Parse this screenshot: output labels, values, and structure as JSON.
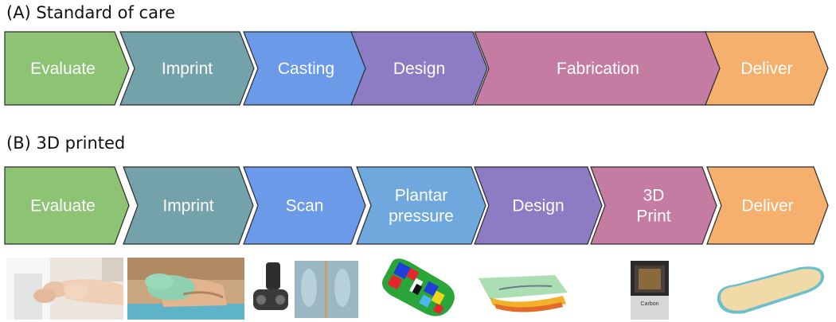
{
  "section_a": {
    "title": "(A) Standard of care",
    "steps": [
      {
        "label": "Evaluate",
        "color": "#8dc474"
      },
      {
        "label": "Imprint",
        "color": "#73a2ab"
      },
      {
        "label": "Casting",
        "color": "#6a9ae8"
      },
      {
        "label": "Design",
        "color": "#8c7cc4"
      },
      {
        "label": "Fabrication",
        "color": "#c47ca2"
      },
      {
        "label": "Deliver",
        "color": "#f4b06c"
      }
    ]
  },
  "section_b": {
    "title": "(B) 3D printed",
    "steps": [
      {
        "label": "Evaluate",
        "color": "#8dc474"
      },
      {
        "label": "Imprint",
        "color": "#73a2ab"
      },
      {
        "label": "Scan",
        "color": "#6a9ae8"
      },
      {
        "label": "Plantar pressure",
        "color": "#6fa8dc"
      },
      {
        "label": "Design",
        "color": "#8c7cc4"
      },
      {
        "label": "3D Print",
        "color": "#c47ca2"
      },
      {
        "label": "Deliver",
        "color": "#f4b06c"
      }
    ],
    "photos": [
      {
        "name": "evaluation-photo"
      },
      {
        "name": "imprint-photo"
      },
      {
        "name": "scan-photo"
      },
      {
        "name": "plantar-pressure-map"
      },
      {
        "name": "design-model"
      },
      {
        "name": "printer-photo",
        "printer_label": "Carbon"
      },
      {
        "name": "insole-photo"
      }
    ]
  }
}
